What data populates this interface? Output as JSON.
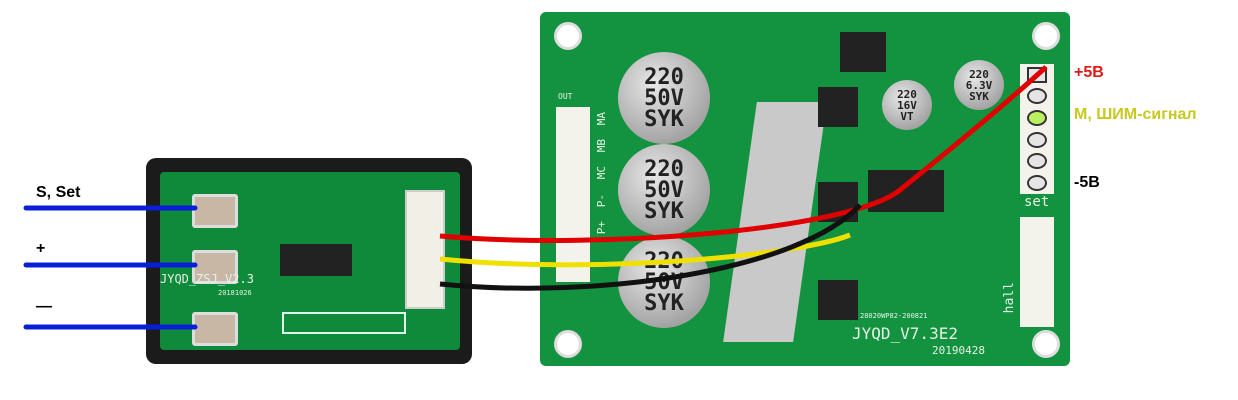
{
  "left_board": {
    "model": "JYQD_ZSJ_V2.3",
    "date": "20181026"
  },
  "right_board": {
    "model": "JYQD_V7.3E2",
    "date": "20190428",
    "code": "28020WP82-200821",
    "out_label": "OUT",
    "phase_labels": [
      "MA",
      "MB",
      "MC",
      "P-",
      "P+"
    ],
    "set_label": "set",
    "hall_label": "hall"
  },
  "capacitors": [
    {
      "value": "220",
      "voltage": "50V",
      "brand": "SYK"
    },
    {
      "value": "220",
      "voltage": "50V",
      "brand": "SYK"
    },
    {
      "value": "220",
      "voltage": "50V",
      "brand": "SYK"
    },
    {
      "value": "220",
      "voltage": "16V",
      "brand": "VT"
    },
    {
      "value": "220",
      "voltage": "6.3V",
      "brand": "SYK"
    }
  ],
  "left_labels": [
    "S, Set",
    "+",
    "—"
  ],
  "right_labels": [
    {
      "text": "+5В",
      "color": "#e01818"
    },
    {
      "text": "М, ШИМ-сигнал",
      "color": "#c8c820"
    },
    {
      "text": "-5В",
      "color": "#000000"
    }
  ],
  "wire_colors": {
    "blue": "#0a1ed8",
    "red": "#e00000",
    "yellow": "#f0e000",
    "black": "#111111"
  }
}
